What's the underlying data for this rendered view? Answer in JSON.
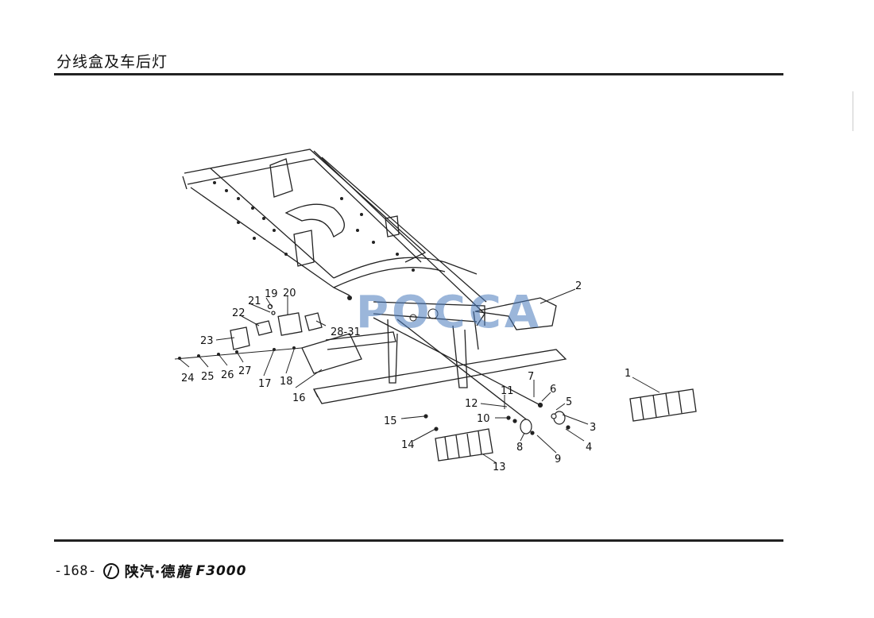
{
  "header": {
    "title": "分线盒及车后灯"
  },
  "watermark": "POCCA",
  "callouts": [
    "1",
    "2",
    "3",
    "4",
    "5",
    "6",
    "7",
    "8",
    "9",
    "10",
    "11",
    "12",
    "13",
    "14",
    "15",
    "16",
    "17",
    "18",
    "19",
    "20",
    "21",
    "22",
    "23",
    "24",
    "25",
    "26",
    "27",
    "28-31"
  ],
  "footer": {
    "page_number": "-168-",
    "brand": "陕汽·德",
    "brand_script": "龍",
    "model": "F3000"
  },
  "logo_icon": "shaanxi-bolt-logo-icon"
}
